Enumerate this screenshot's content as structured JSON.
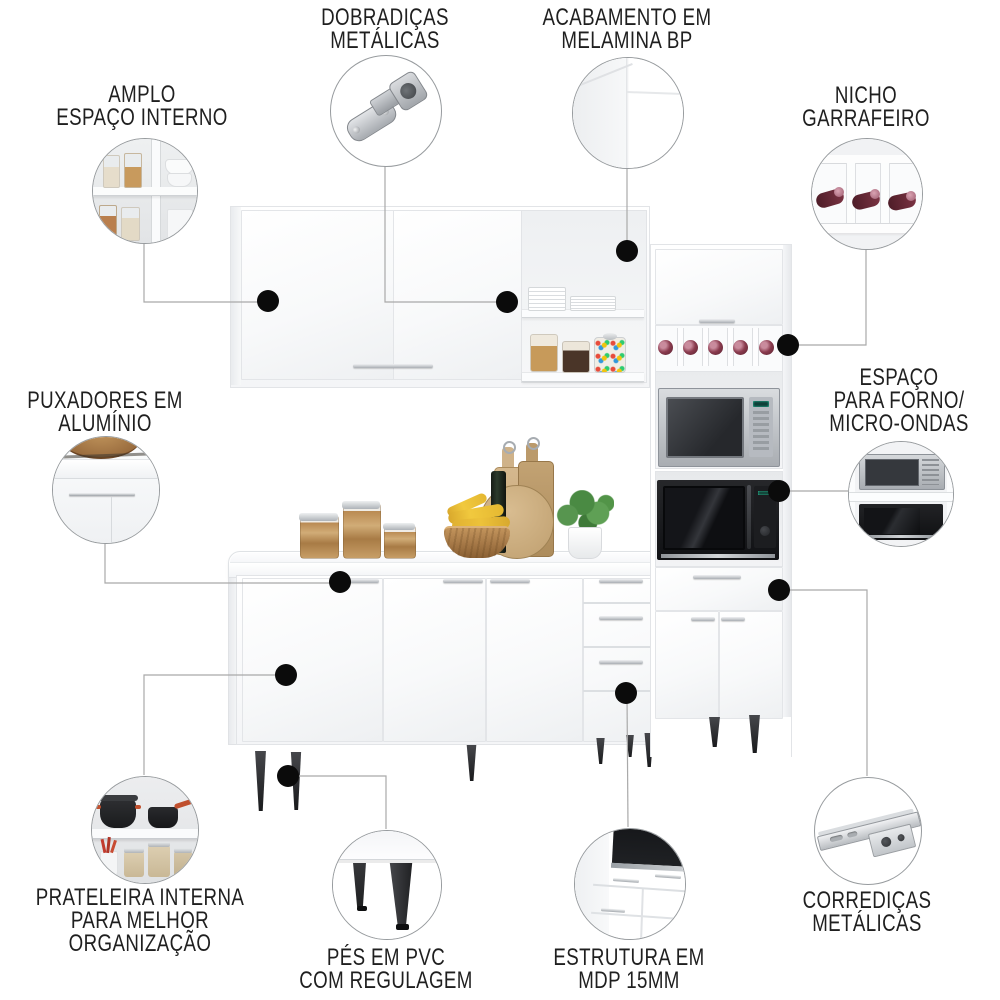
{
  "page": {
    "kind": "product feature infographic",
    "subject": "white kitchen cabinet set with wall cabinet, tall oven/microwave tower and base counter cabinet",
    "language": "pt-BR"
  },
  "colors": {
    "background": "#ffffff",
    "label_text": "#1f1f1f",
    "connector_line": "#a9a9a9",
    "callout_dot": "#0b0b0b",
    "circle_border": "#979b9e",
    "cabinet_white": "#f5f6f8",
    "leg_dark": "#1a1b1d",
    "wood_tan": "#c79e67"
  },
  "callouts": [
    {
      "id": "amplo-espaco-interno",
      "label": "AMPLO\nESPAÇO INTERNO",
      "vignette": "cabinet-interior-with-jars-icon"
    },
    {
      "id": "dobradicas-metalicas",
      "label": "DOBRADIÇAS\nMETÁLICAS",
      "vignette": "metal-hinge-icon"
    },
    {
      "id": "acabamento-melamina",
      "label": "ACABAMENTO EM\nMELAMINA BP",
      "vignette": "white-melamine-corner-icon"
    },
    {
      "id": "nicho-garrafeiro",
      "label": "NICHO\nGARRAFEIRO",
      "vignette": "wine-bottle-niche-icon"
    },
    {
      "id": "puxadores-aluminio",
      "label": "PUXADORES EM\nALUMÍNIO",
      "vignette": "aluminum-handle-icon"
    },
    {
      "id": "espaco-forno-microondas",
      "label": "ESPAÇO\nPARA FORNO/\nMICRO-ONDAS",
      "vignette": "stacked-microwaves-icon"
    },
    {
      "id": "prateleira-interna",
      "label": "PRATELEIRA INTERNA\nPARA MELHOR\nORGANIZAÇÃO",
      "vignette": "internal-shelf-pots-icon"
    },
    {
      "id": "pes-pvc",
      "label": "PÉS EM PVC\nCOM REGULAGEM",
      "vignette": "pvc-adjustable-foot-icon"
    },
    {
      "id": "estrutura-mdp",
      "label": "ESTRUTURA EM\nMDP 15MM",
      "vignette": "mdp-structure-icon"
    },
    {
      "id": "corredicas-metalicas",
      "label": "CORREDIÇAS\nMETÁLICAS",
      "vignette": "metal-drawer-slide-icon"
    }
  ]
}
